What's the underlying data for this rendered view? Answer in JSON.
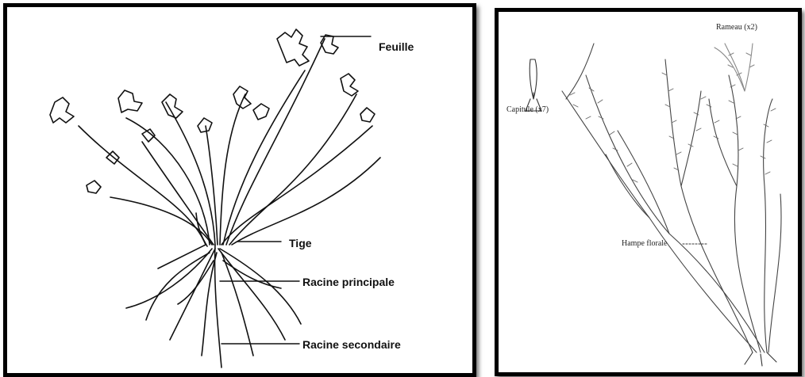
{
  "left_diagram": {
    "labels": {
      "leaf": "Feuille",
      "stem": "Tige",
      "main_root": "Racine principale",
      "secondary_root": "Racine secondaire"
    }
  },
  "right_diagram": {
    "labels": {
      "branch": "Rameau (x2)",
      "capitulum": "Capitule (x7)",
      "flower_stalk": "Hampe florale"
    }
  }
}
